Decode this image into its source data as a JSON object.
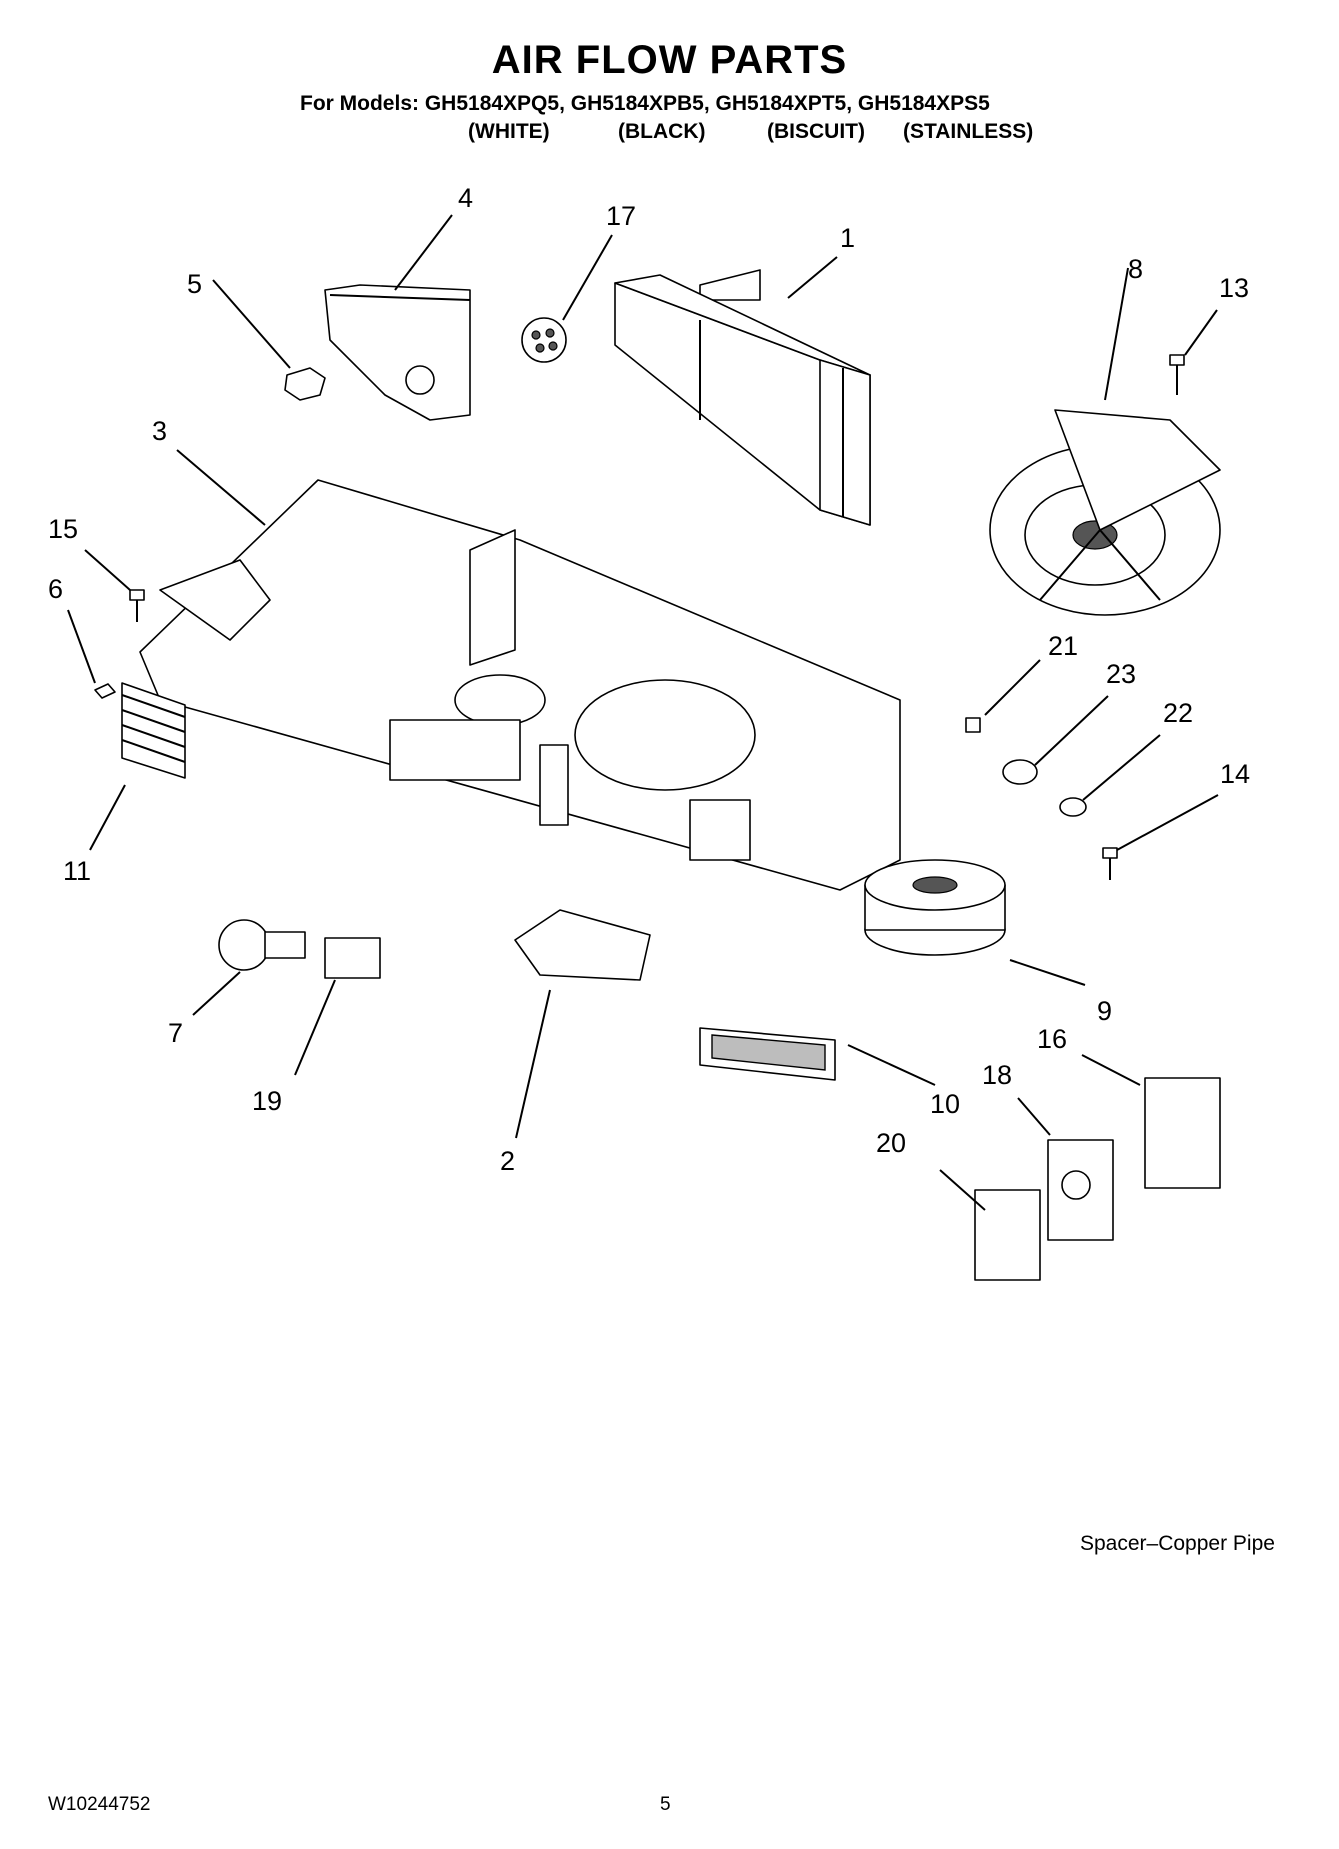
{
  "header": {
    "title": "AIR FLOW PARTS",
    "models_line": "For Models: GH5184XPQ5, GH5184XPB5, GH5184XPT5, GH5184XPS5",
    "finishes": [
      "(WHITE)",
      "(BLACK)",
      "(BISCUIT)",
      "(STAINLESS)"
    ]
  },
  "callouts": [
    "1",
    "2",
    "3",
    "4",
    "5",
    "6",
    "7",
    "8",
    "9",
    "10",
    "11",
    "13",
    "14",
    "15",
    "16",
    "17",
    "18",
    "19",
    "20",
    "21",
    "22",
    "23"
  ],
  "caption": "Spacer–Copper Pipe",
  "footer": {
    "doc_number": "W10244752",
    "page_number": "5"
  }
}
